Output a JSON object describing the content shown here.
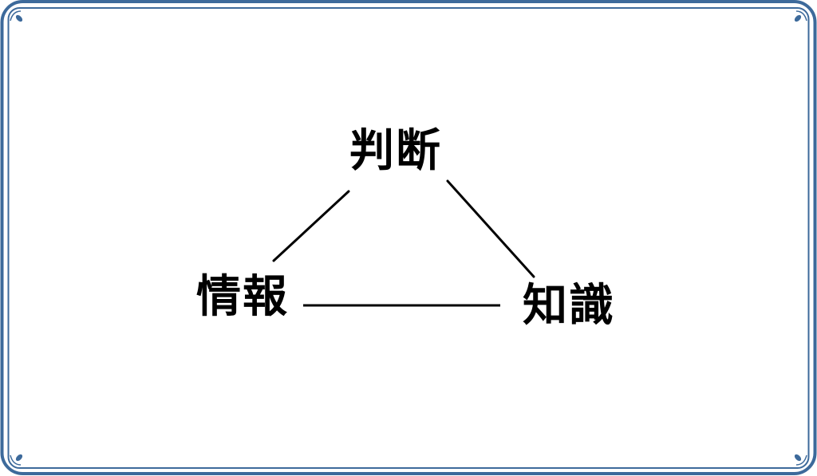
{
  "diagram": {
    "type": "triangle-concept-diagram",
    "nodes": [
      {
        "id": "top",
        "label": "判断"
      },
      {
        "id": "left",
        "label": "情報"
      },
      {
        "id": "right",
        "label": "知識"
      }
    ],
    "edges": [
      {
        "from": "left",
        "to": "top"
      },
      {
        "from": "top",
        "to": "right"
      },
      {
        "from": "left",
        "to": "right"
      }
    ]
  },
  "style": {
    "frame_color": "#3d6a9b",
    "text_color": "#000000",
    "line_color": "#000000",
    "background": "#ffffff"
  }
}
